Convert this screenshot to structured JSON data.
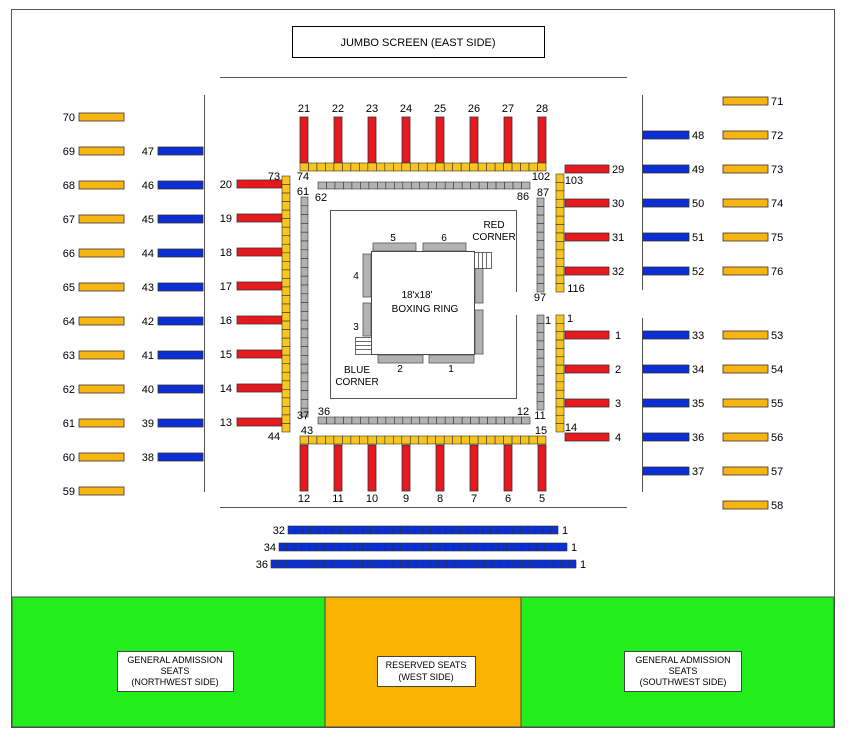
{
  "jumbo_screen": "JUMBO SCREEN (EAST SIDE)",
  "ring": {
    "line1": "18'x18'",
    "line2": "BOXING RING",
    "red_corner": [
      "RED",
      "CORNER"
    ],
    "blue_corner": [
      "BLUE",
      "CORNER"
    ],
    "post_labels": [
      "1",
      "2",
      "3",
      "4",
      "5",
      "6"
    ]
  },
  "top_rows": {
    "labels": [
      "21",
      "22",
      "23",
      "24",
      "25",
      "26",
      "27",
      "28"
    ]
  },
  "bottom_rows": {
    "labels": [
      "12",
      "11",
      "10",
      "9",
      "8",
      "7",
      "6",
      "5"
    ]
  },
  "left_red_rows": {
    "labels": [
      "20",
      "19",
      "18",
      "17",
      "16",
      "15",
      "14",
      "13"
    ]
  },
  "right_red_rows_top": {
    "labels": [
      "29",
      "30",
      "31",
      "32"
    ]
  },
  "right_red_rows_bottom": {
    "labels": [
      "1",
      "2",
      "3",
      "4"
    ]
  },
  "left_blue_rows": {
    "labels": [
      "47",
      "46",
      "45",
      "44",
      "43",
      "42",
      "41",
      "40",
      "39",
      "38"
    ]
  },
  "left_orange_rows": {
    "labels": [
      "70",
      "69",
      "68",
      "67",
      "66",
      "65",
      "64",
      "63",
      "62",
      "61",
      "60",
      "59"
    ]
  },
  "right_blue_rows": {
    "labels": [
      "48",
      "49",
      "50",
      "51",
      "52",
      "33",
      "34",
      "35",
      "36",
      "37"
    ]
  },
  "right_orange_rows": {
    "labels": [
      "71",
      "72",
      "73",
      "74",
      "75",
      "76",
      "53",
      "54",
      "55",
      "56",
      "57",
      "58"
    ]
  },
  "bleacher_rows": [
    {
      "start": "32",
      "end": "1"
    },
    {
      "start": "34",
      "end": "1"
    },
    {
      "start": "36",
      "end": "1"
    }
  ],
  "yellow_labels": {
    "top_left": "74",
    "top_right": "102",
    "left_top": "73",
    "left_bottom": "44",
    "bottom_left": "43",
    "bottom_right": "15",
    "right_upper_top": "103",
    "right_upper_bottom": "116",
    "right_lower_top": "1",
    "right_lower_bottom": "14"
  },
  "grey_labels": {
    "top_left": "62",
    "top_right": "86",
    "left_top": "61",
    "left_bottom": "37",
    "bottom_left": "36",
    "bottom_right": "12",
    "right_upper_top": "87",
    "right_upper_bottom": "97",
    "right_lower_top": "1",
    "right_lower_bottom": "11"
  },
  "bottom_sections": {
    "northwest": [
      "GENERAL ADMISSION",
      "SEATS",
      "(NORTHWEST SIDE)"
    ],
    "reserved": [
      "RESERVED SEATS",
      "(WEST SIDE)"
    ],
    "southwest": [
      "GENERAL ADMISSION",
      "SEATS",
      "(SOUTHWEST SIDE)"
    ]
  },
  "colors": {
    "red": "#e8191e",
    "blue": "#0a2fd4",
    "orange": "#f7b514",
    "yellow": "#f7c51e",
    "grey": "#b2b2b2",
    "green": "#22ee1c",
    "reserved": "#f8b400"
  }
}
